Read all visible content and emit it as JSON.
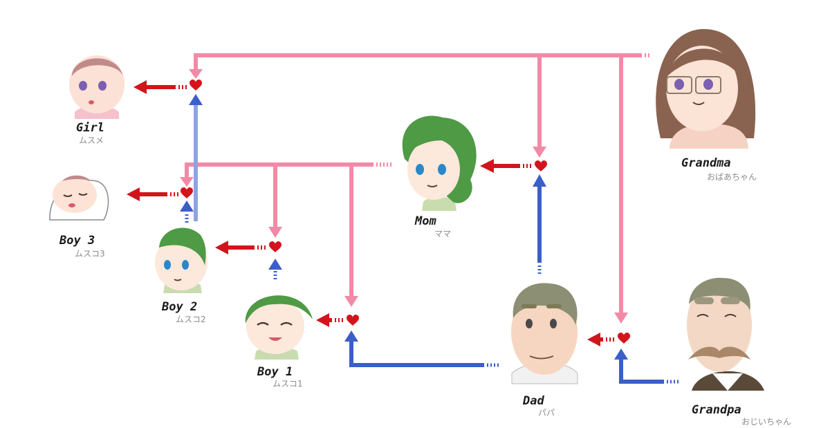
{
  "colors": {
    "mother_line": "#f28aa6",
    "father_line": "#3b5fc8",
    "child_arrow": "#d3141c",
    "heart": "#d3141c",
    "hair_green": "#4e9a45",
    "hair_brown": "#8a6350",
    "hair_gray": "#8c8f74"
  },
  "people": {
    "grandma": {
      "name": "Grandma",
      "kana": "おばあちゃん",
      "icon": "grandma-face-icon"
    },
    "grandpa": {
      "name": "Grandpa",
      "kana": "おじいちゃん",
      "icon": "grandpa-face-icon"
    },
    "mom": {
      "name": "Mom",
      "kana": "ママ",
      "icon": "mom-face-icon"
    },
    "dad": {
      "name": "Dad",
      "kana": "パパ",
      "icon": "dad-face-icon"
    },
    "boy1": {
      "name": "Boy 1",
      "kana": "ムスコ1",
      "icon": "boy1-face-icon"
    },
    "boy2": {
      "name": "Boy 2",
      "kana": "ムスコ2",
      "icon": "boy2-face-icon"
    },
    "boy3": {
      "name": "Boy 3",
      "kana": "ムスコ3",
      "icon": "boy3-baby-face-icon"
    },
    "girl": {
      "name": "Girl",
      "kana": "ムスメ",
      "icon": "girl-baby-face-icon"
    }
  }
}
